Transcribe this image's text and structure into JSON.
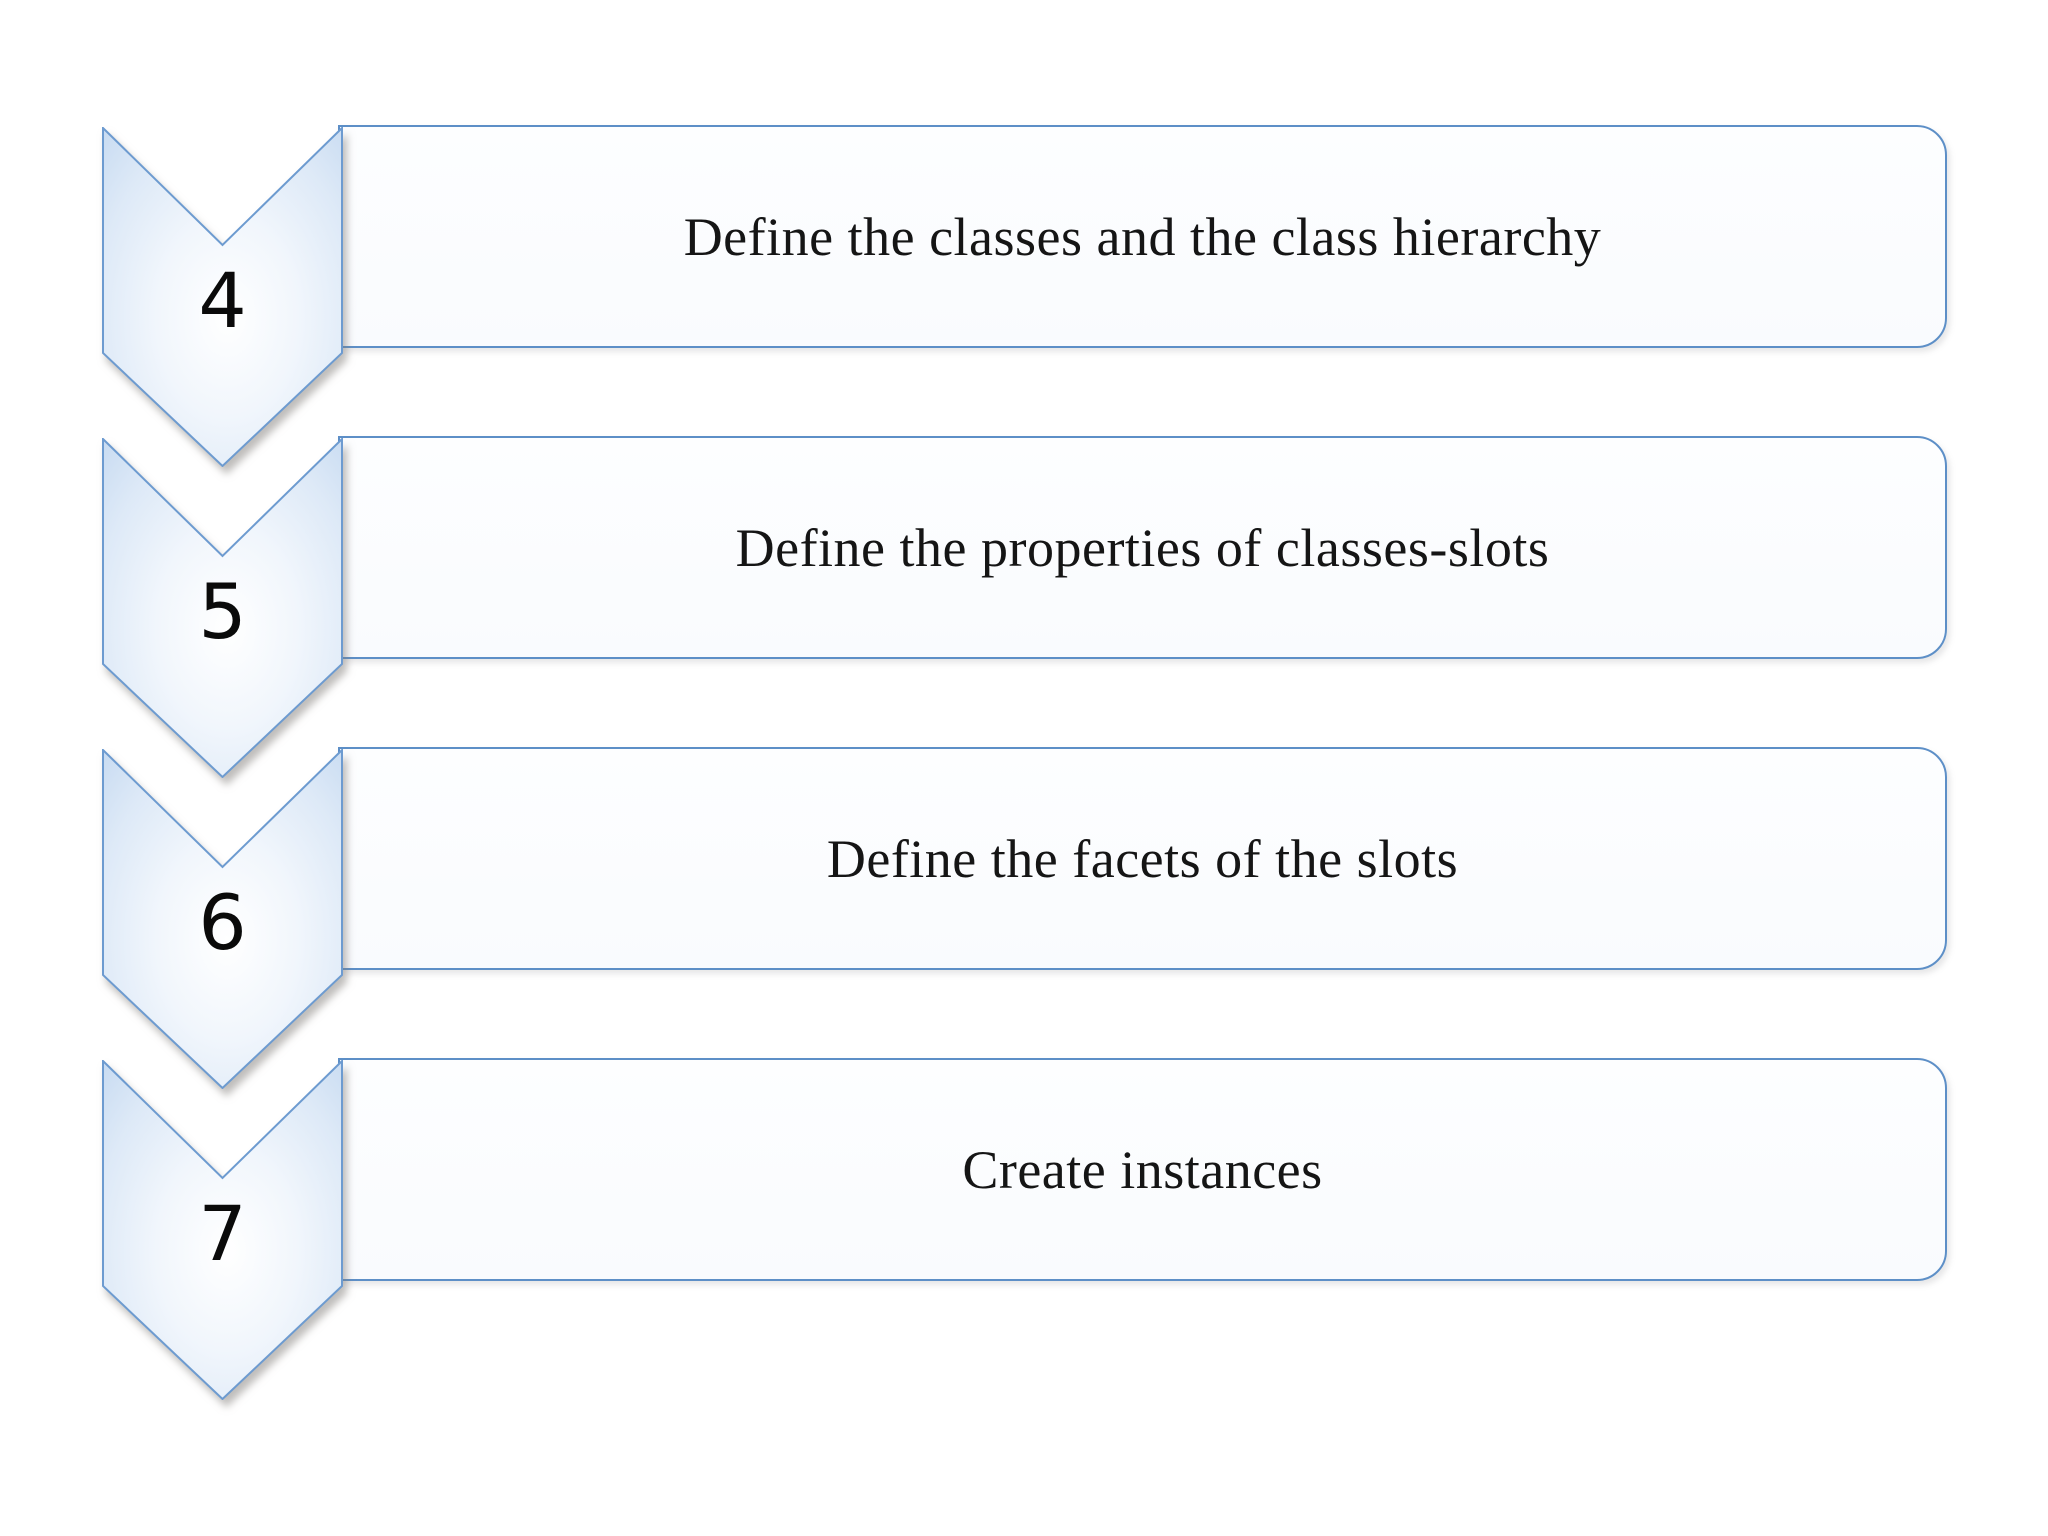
{
  "diagram": {
    "type": "vertical-chevron-process-list",
    "steps": [
      {
        "number": "4",
        "label": "Define the classes and the class hierarchy"
      },
      {
        "number": "5",
        "label": "Define the properties of classes-slots"
      },
      {
        "number": "6",
        "label": "Define the facets of the slots"
      },
      {
        "number": "7",
        "label": "Create instances"
      }
    ],
    "colors": {
      "box_border": "#5d8fc7",
      "chevron_border": "#6d9bd0",
      "chevron_fill_light": "#ffffff",
      "chevron_fill_dark": "#c6daf1",
      "text": "#151515",
      "background": "#ffffff"
    }
  }
}
